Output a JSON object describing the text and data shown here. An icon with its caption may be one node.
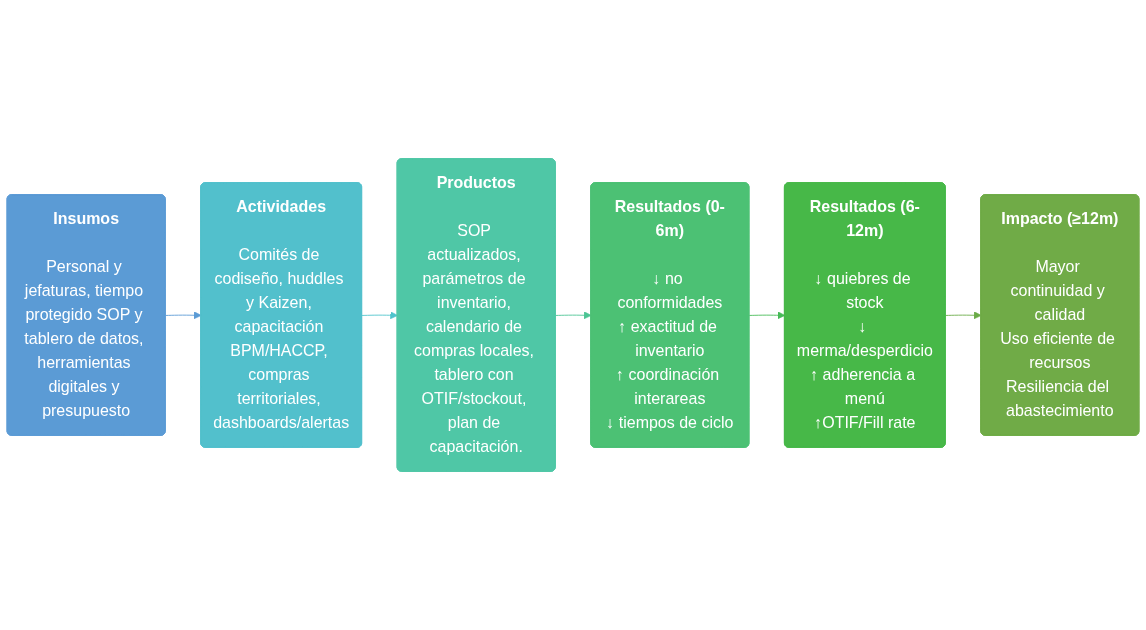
{
  "diagram": {
    "nodes": [
      {
        "text": [
          "Insumos",
          "Personal y jefaturas, tiempo protegido SOP y tablero de datos, herramientas digitales y presupuesto"
        ]
      },
      {
        "text": [
          "Actividades",
          "Comités de codiseño, huddles y Kaizen, capacitación BPM/HACCP, compras territoriales, dashboards/alertas"
        ]
      },
      {
        "text": [
          "Productos",
          "SOP actualizados, parámetros de inventario, calendario de compras locales, tablero con OTIF/stockout, plan de capacitación."
        ]
      },
      {
        "text": [
          "Resultados (0-6m)",
          "↓ no conformidades",
          "↑ exactitud de inventario",
          "↑ coordinación interareas",
          "↓ tiempos de ciclo"
        ]
      },
      {
        "text": [
          "Resultados (6-12m)",
          "↓ quiebres de stock",
          "↓ merma/desperdicio",
          "↑ adherencia a menú",
          "↑OTIF/Fill rate"
        ]
      },
      {
        "text": [
          "Impacto (≥12m)",
          "Mayor continuidad y calidad",
          "Uso eficiente de recursos",
          "Resiliencia del abastecimiento"
        ]
      }
    ],
    "edges": [
      {
        "from": 0,
        "to": 1,
        "arrow": "to",
        "color": "#5b9bd5"
      },
      {
        "from": 1,
        "to": 2,
        "arrow": "to",
        "color": "#4fc4cc"
      },
      {
        "from": 2,
        "to": 3,
        "arrow": "to",
        "color": "#4cc494"
      },
      {
        "from": 3,
        "to": 4,
        "arrow": "to",
        "color": "#47bb57"
      },
      {
        "from": 4,
        "to": 5,
        "arrow": "to",
        "color": "#6aab47"
      }
    ]
  }
}
